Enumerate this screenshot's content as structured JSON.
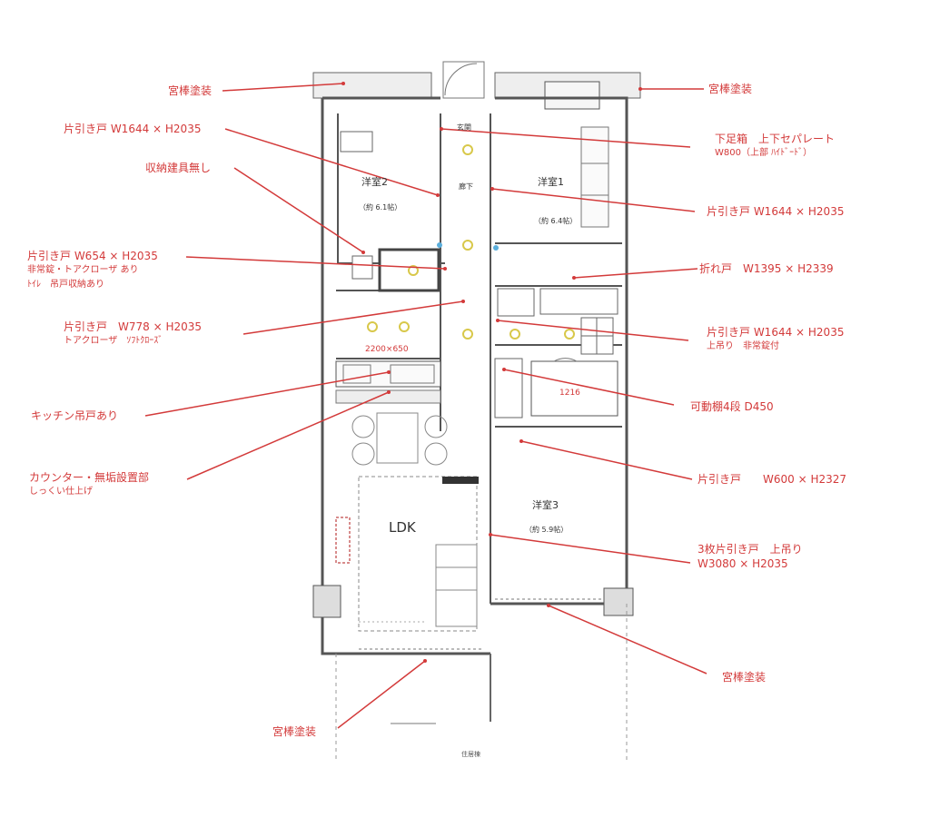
{
  "callouts": {
    "west_top_balcony": "宮棒塗装",
    "east_top_balcony": "宮棒塗装",
    "door_room2": "片引き戸 W1644 × H2035",
    "storage_empty": "収納建具無し",
    "shoe_box_line1": "下足箱　上下セパレート",
    "shoe_box_line2": "W800（上部 ﾊｲﾄﾞｰﾄﾞ）",
    "door_room1": "片引き戸 W1644 × H2035",
    "toilet_door_line1": "片引き戸 W654 × H2035",
    "toilet_door_line2": "非常錠・トアクローザ あり",
    "toilet_door_line3": "ﾄｲﾚ　吊戸収納あり",
    "folding_door": "折れ戸　W1395 × H2339",
    "washroom_door_line1": "片引き戸　W778 × H2035",
    "washroom_door_line2": "トアクローザ　ｿﾌﾄｸﾛｰｽﾞ",
    "room1_door_line1": "片引き戸 W1644 × H2035",
    "room1_door_line2": "上吊り　非常錠付",
    "shelf": "可動棚4段 D450",
    "kitchen": "キッチン吊戸あり",
    "counter_line1": "カウンター・無垢設置部",
    "counter_line2": "しっくい仕上げ",
    "room3_door": "片引き戸　　W600 × H2327",
    "room3_sliding_line1": "3枚片引き戸　上吊り",
    "room3_sliding_line2": "W3080 × H2035",
    "south_balcony_east": "宮棒塗装",
    "south_balcony_west": "宮棒塗装"
  },
  "rooms": {
    "room2": "洋室2",
    "room2_size": "（約 6.1帖）",
    "room1": "洋室1",
    "room1_size": "（約 6.4帖）",
    "room3": "洋室3",
    "room3_size": "（約 5.9帖）",
    "ldk": "LDK",
    "hall": "廊下",
    "entrance": "玄関",
    "ub_size": "1216",
    "kitchen_size": "2200×650",
    "bottom_note": "住居棟"
  },
  "accent_color": "#d33a3a"
}
